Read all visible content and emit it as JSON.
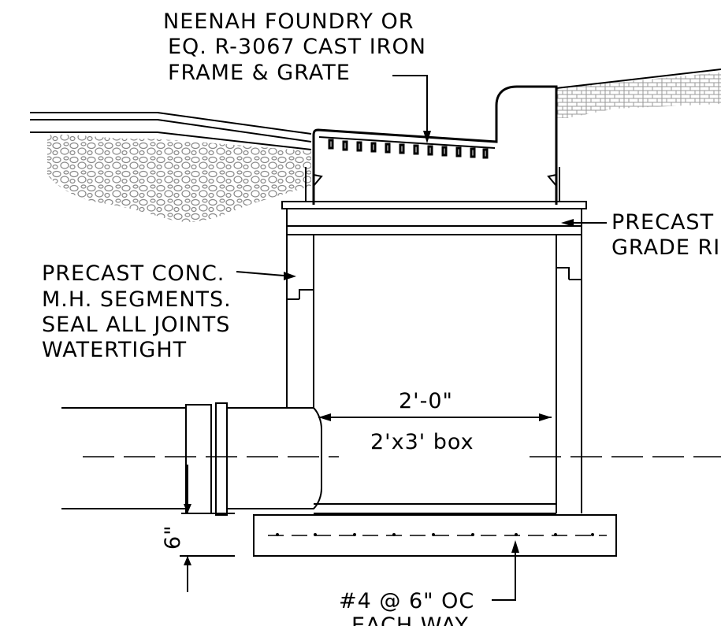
{
  "labels": {
    "frame_grate": [
      "NEENAH FOUNDRY OR",
      "EQ. R-3067 CAST IRON",
      "FRAME & GRATE"
    ],
    "grade_ring": [
      "PRECAST",
      "GRADE RI"
    ],
    "mh_segments": [
      "PRECAST CONC.",
      "M.H. SEGMENTS.",
      "SEAL ALL JOINTS",
      "WATERTIGHT"
    ],
    "dimension": "2'-0\"",
    "box": "2'x3' box",
    "six_inch": "6\"",
    "rebar": [
      "#4 @ 6\" OC",
      "EACH WAY"
    ]
  }
}
